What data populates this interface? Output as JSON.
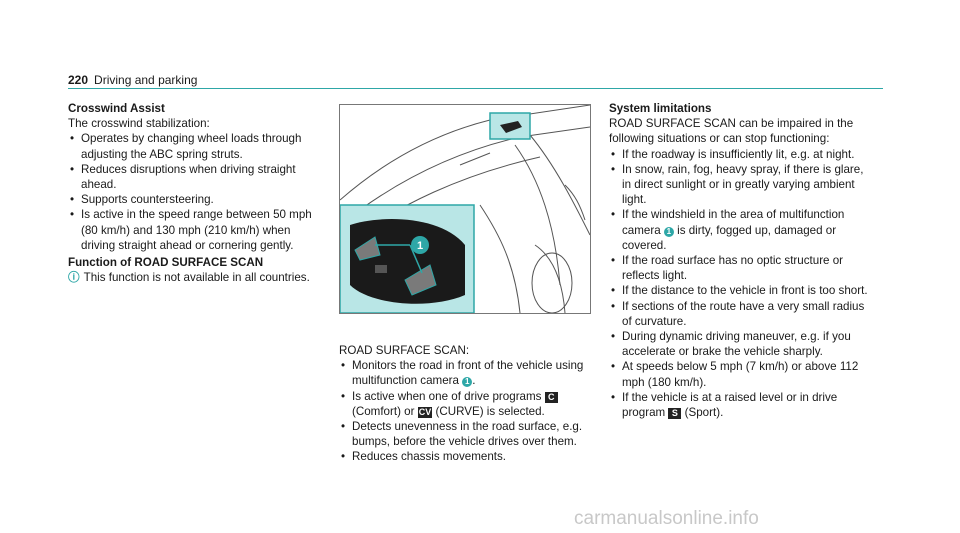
{
  "header": {
    "page_number": "220",
    "title": "Driving and parking"
  },
  "left": {
    "crosswind_heading": "Crosswind Assist",
    "crosswind_intro": "The crosswind stabilization:",
    "crosswind_items": [
      "Operates by changing wheel loads through adjusting the ABC spring struts.",
      "Reduces disruptions when driving straight ahead.",
      "Supports countersteering.",
      "Is active in the speed range between 50 mph (80 km/h) and 130 mph (210 km/h) when driving straight ahead or cornering gently."
    ],
    "function_heading": "Function of ROAD SURFACE SCAN",
    "note_icon": "info-icon",
    "note_text": "This function is not available in all countries."
  },
  "middle": {
    "figure_callout": "1",
    "road_heading": "ROAD SURFACE SCAN:",
    "item1_text": "Monitors the road in front of the vehicle using multifunction camera",
    "item1_callout": "1",
    "item1_end": ".",
    "item2_a": "Is active when one of drive programs",
    "item2_key1": "C",
    "item2_b": "(Comfort) or",
    "item2_key2": "CV",
    "item2_c": "(CURVE) is selected.",
    "item3": "Detects unevenness in the road surface, e.g. bumps, before the vehicle drives over them.",
    "item4": "Reduces chassis movements."
  },
  "right": {
    "heading": "System limitations",
    "intro": "ROAD SURFACE SCAN can be impaired in the following situations or can stop functioning:",
    "item1": "If the roadway is insufficiently lit, e.g. at night.",
    "item2": "In snow, rain, fog, heavy spray, if there is glare, in direct sunlight or in greatly varying ambient light.",
    "item3_a": "If the windshield in the area of multifunction camera",
    "item3_callout": "1",
    "item3_b": "is dirty, fogged up, damaged or covered.",
    "item4": "If the road surface has no optic structure or reflects light.",
    "item5": "If the distance to the vehicle in front is too short.",
    "item6": "If sections of the route have a very small radius of curvature.",
    "item7": "During dynamic driving maneuver, e.g. if you accelerate or brake the vehicle sharply.",
    "item8": "At speeds below 5 mph (7 km/h) or above 112 mph (180 km/h).",
    "item9_a": "If the vehicle is at a raised level or in drive program",
    "item9_key": "S",
    "item9_b": "(Sport)."
  },
  "watermark": "carmanualsonline.info",
  "colors": {
    "accent": "#2ea7a7",
    "figure_inset": "#b9e6e6"
  }
}
